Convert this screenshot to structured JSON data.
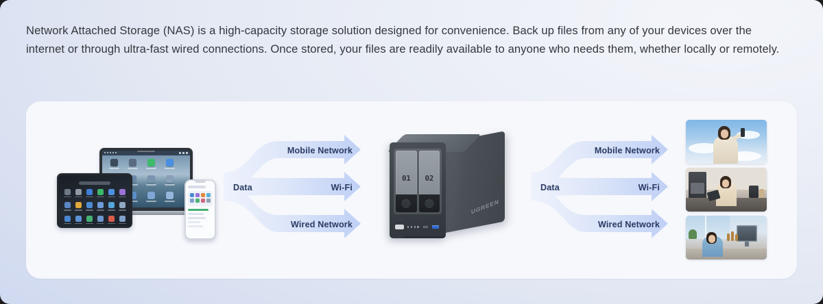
{
  "intro": {
    "paragraph": "Network Attached Storage (NAS) is a high-capacity storage solution designed for convenience. Back up files from any of your devices over the internet or through ultra-fast wired connections. Once stored, your files are readily available to anyone who needs them, whether locally or remotely."
  },
  "diagram": {
    "flow_left": {
      "source_label": "Data",
      "channels": [
        {
          "label": "Mobile Network"
        },
        {
          "label": "Wi-Fi"
        },
        {
          "label": "Wired Network"
        }
      ]
    },
    "flow_right": {
      "source_label": "Data",
      "channels": [
        {
          "label": "Mobile Network"
        },
        {
          "label": "Wi-Fi"
        },
        {
          "label": "Wired Network"
        }
      ]
    },
    "nas": {
      "brand": "UGREEN",
      "bays": [
        {
          "label": "01"
        },
        {
          "label": "02"
        }
      ]
    },
    "devices": {
      "tablet": "tablet-device",
      "laptop": "laptop-device",
      "phone": "phone-device"
    },
    "photos": [
      {
        "name": "woman-taking-selfie-outdoors-photo"
      },
      {
        "name": "man-using-tablet-in-kitchen-photo"
      },
      {
        "name": "woman-at-desktop-computer-photo"
      }
    ]
  },
  "colors": {
    "page_bg_light": "#f3f5fa",
    "page_bg_deep": "#ced8ef",
    "card_bg": "#f7f8fc",
    "arrow_start": "#edf1fb",
    "arrow_end": "#bed0f5",
    "label_text": "#2a3a63",
    "body_text": "#33373d"
  }
}
